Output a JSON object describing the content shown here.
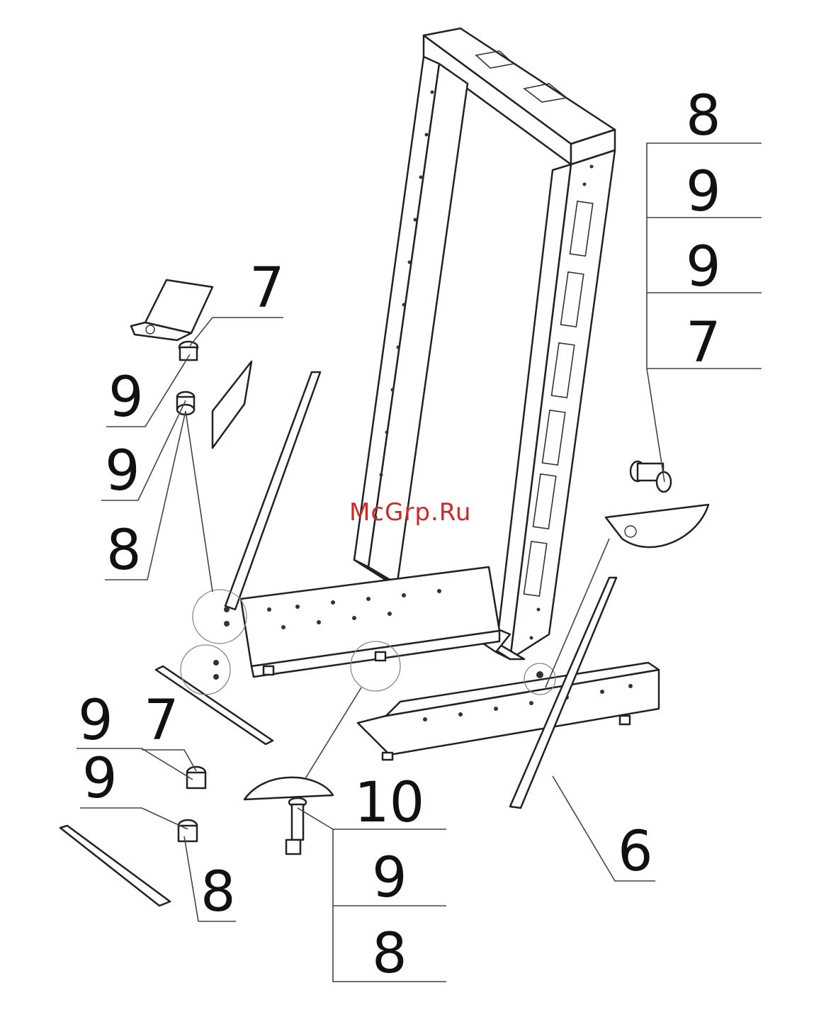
{
  "callouts": {
    "right_stack": [
      "8",
      "9",
      "9",
      "7"
    ],
    "upper_left_7": "7",
    "upper_left_9a": "9",
    "upper_left_9b": "9",
    "upper_left_8": "8",
    "lower_left_9a": "9",
    "lower_left_7": "7",
    "lower_left_9b": "9",
    "lower_left_8": "8",
    "bottom_10": "10",
    "bottom_9": "9",
    "bottom_8": "8",
    "right_6": "6"
  },
  "watermark": "McGrp.Ru",
  "colors": {
    "line": "#222222",
    "watermark": "#cc2a2a",
    "background": "#ffffff"
  }
}
